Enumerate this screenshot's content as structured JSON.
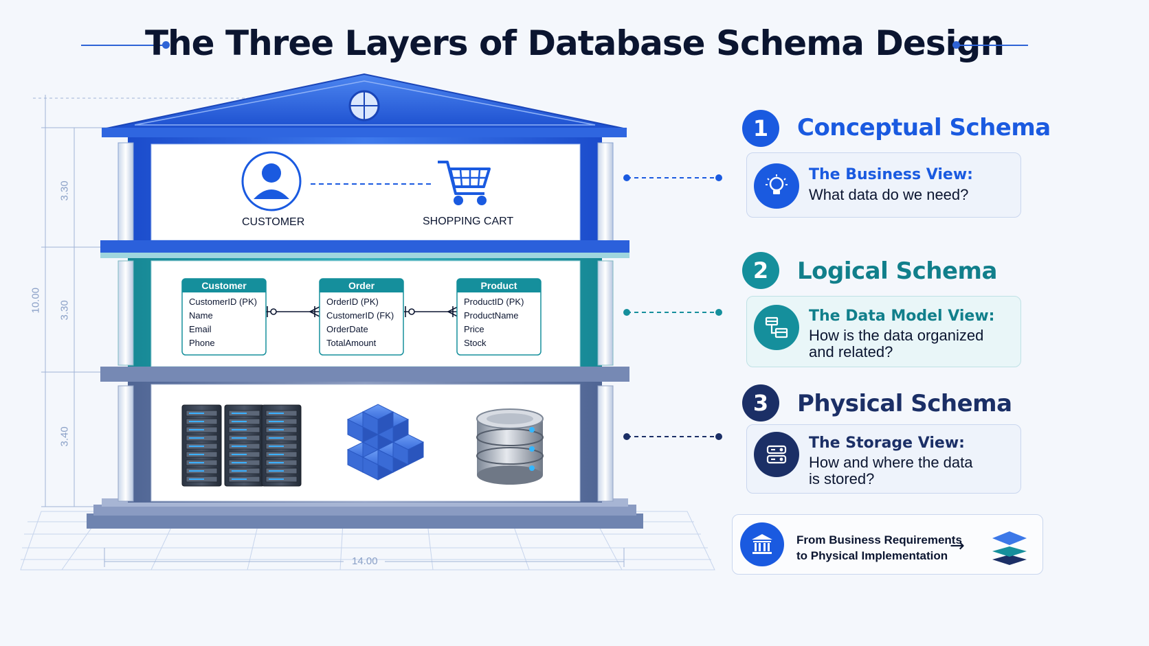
{
  "title": "The Three Layers of Database Schema Design",
  "dimensions": {
    "floor1": "3.30",
    "floor2": "3.30",
    "floor3": "3.40",
    "total_height": "10.00",
    "width": "14.00"
  },
  "building": {
    "conceptual": {
      "customer_label": "CUSTOMER",
      "cart_label": "SHOPPING CART"
    },
    "logical": {
      "entities": [
        {
          "name": "Customer",
          "fields": [
            "CustomerID (PK)",
            "Name",
            "Email",
            "Phone"
          ]
        },
        {
          "name": "Order",
          "fields": [
            "OrderID (PK)",
            "CustomerID (FK)",
            "OrderDate",
            "TotalAmount"
          ]
        },
        {
          "name": "Product",
          "fields": [
            "ProductID (PK)",
            "ProductName",
            "Price",
            "Stock"
          ]
        }
      ]
    }
  },
  "sections": [
    {
      "number": "1",
      "title": "Conceptual Schema",
      "heading": "The Business View:",
      "body": [
        "What data do we need?"
      ],
      "color": "#1a5ae0",
      "icon": "lightbulb-icon"
    },
    {
      "number": "2",
      "title": "Logical Schema",
      "heading": "The Data Model View:",
      "body": [
        "How is the data organized",
        "and related?"
      ],
      "color": "#158f9c",
      "icon": "data-model-icon"
    },
    {
      "number": "3",
      "title": "Physical Schema",
      "heading": "The Storage View:",
      "body": [
        "How and where the data",
        "is stored?"
      ],
      "color": "#1b2f66",
      "icon": "server-icon"
    }
  ],
  "footer": {
    "line1": "From Business Requirements",
    "line2": "to Physical Implementation",
    "arrow": "→"
  }
}
